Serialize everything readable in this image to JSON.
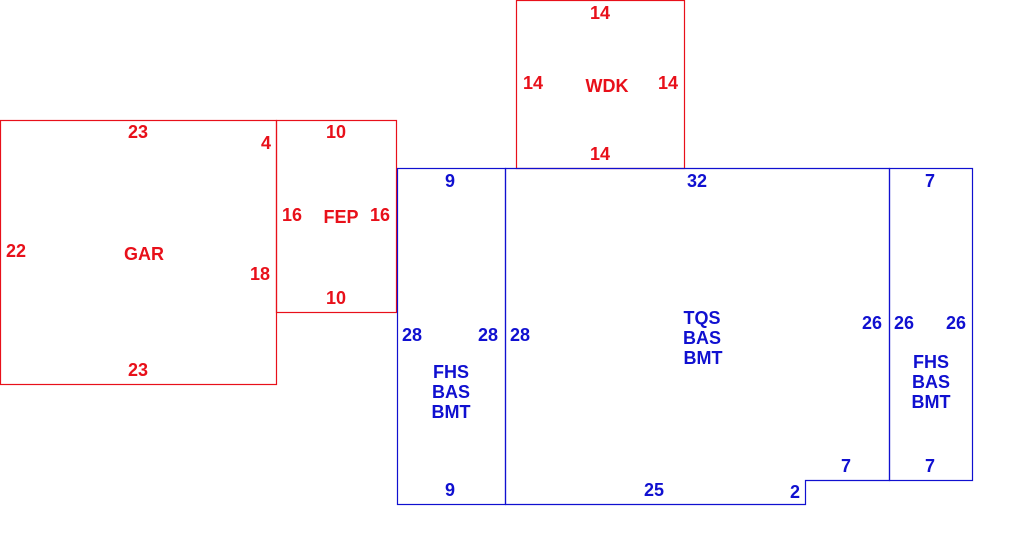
{
  "colors": {
    "exterior": "#e8101a",
    "living": "#1010d0"
  },
  "areas": {
    "gar": {
      "label": "GAR",
      "top": "23",
      "bottom": "23",
      "left": "22",
      "right_upper": "4",
      "right_lower": "18"
    },
    "fep": {
      "label": "FEP",
      "top": "10",
      "bottom": "10",
      "left": "16",
      "right": "16"
    },
    "wdk": {
      "label": "WDK",
      "top": "14",
      "bottom": "14",
      "left": "14",
      "right": "14"
    },
    "fhs_left": {
      "lines": [
        "FHS",
        "BAS",
        "BMT"
      ],
      "top": "9",
      "bottom": "9",
      "left": "28",
      "right": "28"
    },
    "tqs": {
      "lines": [
        "TQS",
        "BAS",
        "BMT"
      ],
      "top": "32",
      "left": "28",
      "right": "26",
      "bottom": "25",
      "notch_side": "2",
      "notch_top": "7"
    },
    "fhs_right": {
      "lines": [
        "FHS",
        "BAS",
        "BMT"
      ],
      "top": "7",
      "bottom": "7",
      "left": "26",
      "right": "26"
    }
  }
}
